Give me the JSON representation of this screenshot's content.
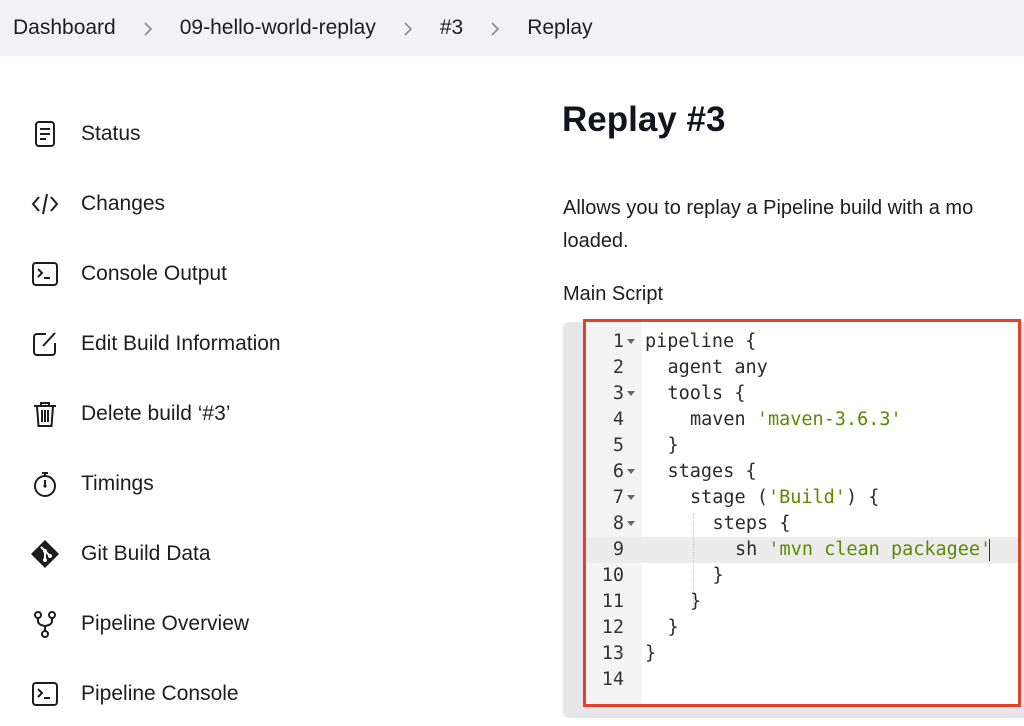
{
  "breadcrumb": {
    "items": [
      "Dashboard",
      "09-hello-world-replay",
      "#3",
      "Replay"
    ]
  },
  "sidebar": {
    "items": [
      {
        "label": "Status",
        "icon": "document-icon"
      },
      {
        "label": "Changes",
        "icon": "code-icon"
      },
      {
        "label": "Console Output",
        "icon": "terminal-icon"
      },
      {
        "label": "Edit Build Information",
        "icon": "edit-icon"
      },
      {
        "label": "Delete build ‘#3’",
        "icon": "trash-icon"
      },
      {
        "label": "Timings",
        "icon": "stopwatch-icon"
      },
      {
        "label": "Git Build Data",
        "icon": "git-icon"
      },
      {
        "label": "Pipeline Overview",
        "icon": "branch-icon"
      },
      {
        "label": "Pipeline Console",
        "icon": "terminal-icon"
      }
    ]
  },
  "main": {
    "title": "Replay #3",
    "description_line1": "Allows you to replay a Pipeline build with a mo",
    "description_line2": "loaded.",
    "script_label": "Main Script"
  },
  "editor": {
    "highlight_color": "#e2412e",
    "active_line": 9,
    "lines": [
      {
        "n": "1",
        "fold": true,
        "indent": 0,
        "parts": [
          {
            "t": "pipeline {",
            "c": "kw"
          }
        ]
      },
      {
        "n": "2",
        "fold": false,
        "indent": 1,
        "parts": [
          {
            "t": "agent any",
            "c": "kw"
          }
        ]
      },
      {
        "n": "3",
        "fold": true,
        "indent": 1,
        "parts": [
          {
            "t": "tools {",
            "c": "kw"
          }
        ]
      },
      {
        "n": "4",
        "fold": false,
        "indent": 2,
        "parts": [
          {
            "t": "maven ",
            "c": "kw"
          },
          {
            "t": "'maven-3.6.3'",
            "c": "str"
          }
        ]
      },
      {
        "n": "5",
        "fold": false,
        "indent": 1,
        "parts": [
          {
            "t": "}",
            "c": "kw"
          }
        ]
      },
      {
        "n": "6",
        "fold": true,
        "indent": 1,
        "parts": [
          {
            "t": "stages {",
            "c": "kw"
          }
        ]
      },
      {
        "n": "7",
        "fold": true,
        "indent": 2,
        "parts": [
          {
            "t": "stage (",
            "c": "kw"
          },
          {
            "t": "'Build'",
            "c": "str"
          },
          {
            "t": ") {",
            "c": "kw"
          }
        ]
      },
      {
        "n": "8",
        "fold": true,
        "indent": 3,
        "parts": [
          {
            "t": "steps {",
            "c": "kw"
          }
        ]
      },
      {
        "n": "9",
        "fold": false,
        "indent": 4,
        "parts": [
          {
            "t": "sh ",
            "c": "kw"
          },
          {
            "t": "'mvn clean packagee'",
            "c": "str"
          }
        ]
      },
      {
        "n": "10",
        "fold": false,
        "indent": 3,
        "parts": [
          {
            "t": "}",
            "c": "kw"
          }
        ]
      },
      {
        "n": "11",
        "fold": false,
        "indent": 2,
        "parts": [
          {
            "t": "}",
            "c": "kw"
          }
        ]
      },
      {
        "n": "12",
        "fold": false,
        "indent": 1,
        "parts": [
          {
            "t": "}",
            "c": "kw"
          }
        ]
      },
      {
        "n": "13",
        "fold": false,
        "indent": 0,
        "parts": [
          {
            "t": "}",
            "c": "kw"
          }
        ]
      },
      {
        "n": "14",
        "fold": false,
        "indent": 0,
        "parts": []
      }
    ]
  }
}
